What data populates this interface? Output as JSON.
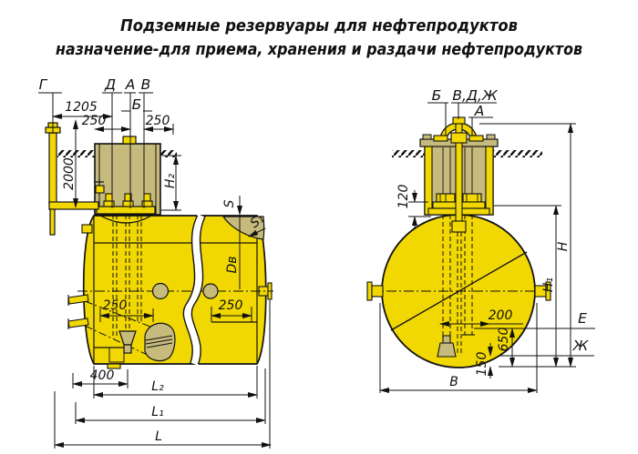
{
  "title": {
    "line1": "Подземные резервуары для нефтепродуктов",
    "line2": "назначение-для приема, хранения и раздачи нефтепродуктов"
  },
  "colors": {
    "tank_yellow": "#F2D803",
    "steel_khaki": "#C6BA7D",
    "outline": "#111111",
    "background": "#FFFFFF"
  },
  "left_view": {
    "labels": {
      "g": "Г",
      "d": "Д",
      "a": "А",
      "v": "В",
      "b": "Б"
    },
    "dims": {
      "d1205": "1205",
      "t250l": "250",
      "t250r": "250",
      "v2000": "2000",
      "h2": "H₂",
      "s": "S",
      "s1": "S₁",
      "dv": "Dв",
      "i250l": "250",
      "i250r": "250",
      "d400": "400",
      "l2": "L₂",
      "l1": "L₁",
      "l": "L"
    }
  },
  "right_view": {
    "labels": {
      "b": "Б",
      "vdzh": "В,Д,Ж",
      "a": "А",
      "e": "E",
      "zh": "Ж"
    },
    "dims": {
      "v120": "120",
      "h": "H",
      "h1": "H₁",
      "d200": "200",
      "v650": "650",
      "v150": "150",
      "w": "В"
    }
  }
}
